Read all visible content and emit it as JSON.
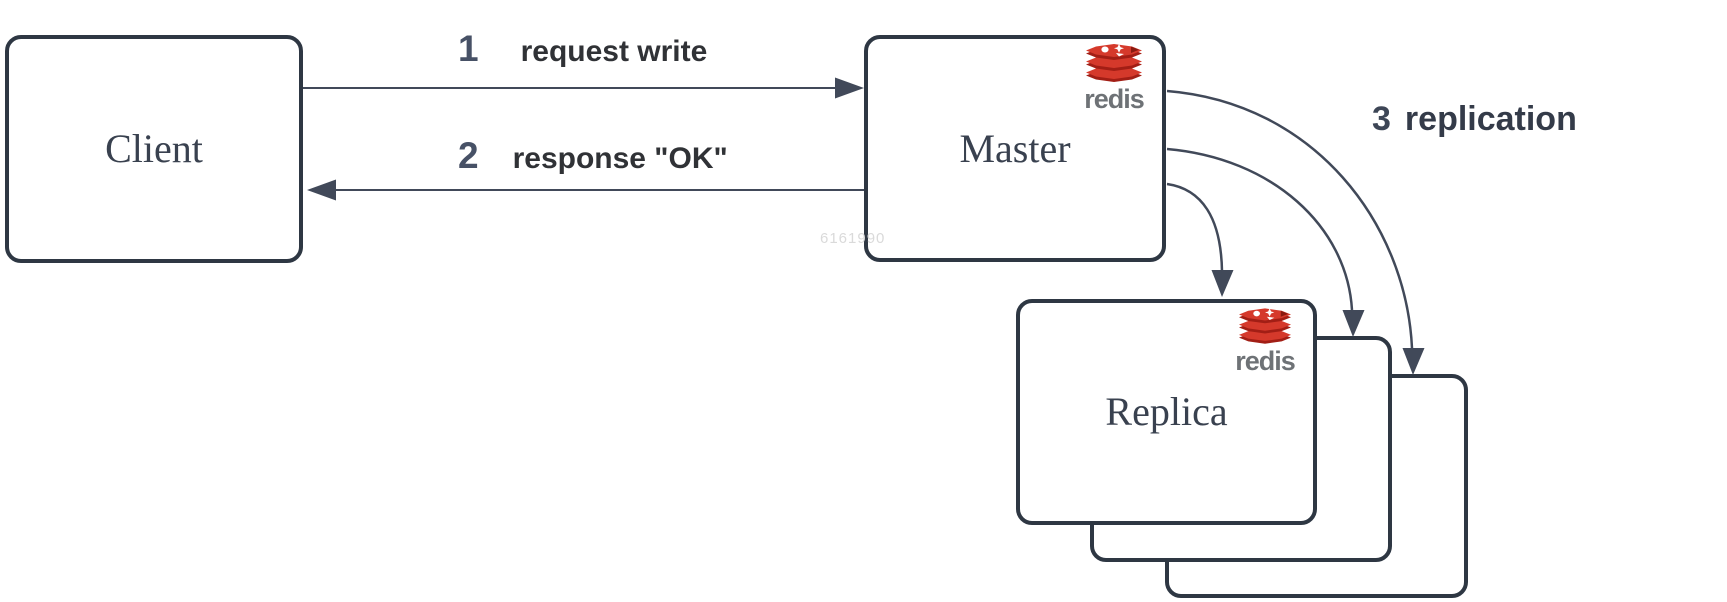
{
  "diagram": {
    "nodes": {
      "client": {
        "label": "Client"
      },
      "master": {
        "label": "Master",
        "logo_text": "redis"
      },
      "replica": {
        "label": "Replica",
        "logo_text": "redis",
        "stack_count": 3
      }
    },
    "edges": [
      {
        "step": "1",
        "label": "request write",
        "from": "client",
        "to": "master"
      },
      {
        "step": "2",
        "label": "response \"OK\"",
        "from": "master",
        "to": "client"
      },
      {
        "step": "3",
        "label": "replication",
        "from": "master",
        "to": "replica"
      }
    ],
    "watermark": "6161990"
  },
  "colors": {
    "background": "#ffffff",
    "box_border": "#2e3743",
    "arrow_line": "#414959",
    "node_text": "#39414f",
    "step_number": "#475166",
    "edge_label_text": "#303236",
    "redis_red": "#d5392b",
    "redis_dark_red": "#a21e15",
    "redis_wordmark": "#6e7276",
    "watermark_text": "#dadada"
  }
}
